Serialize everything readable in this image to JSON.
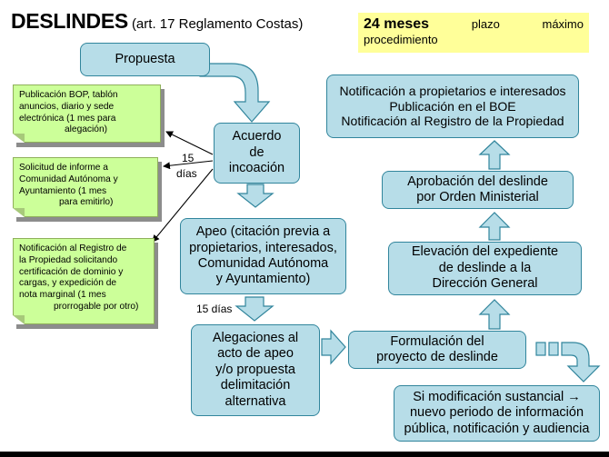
{
  "header": {
    "title": "DESLINDES",
    "subtitle": "(art. 17 Reglamento Costas)"
  },
  "note": {
    "line1_bold": "24 meses",
    "line1_a": "plazo",
    "line1_b": "máximo",
    "line2": "procedimiento"
  },
  "boxes": {
    "propuesta": [
      "Propuesta"
    ],
    "acuerdo": [
      "Acuerdo",
      "de",
      "incoación"
    ],
    "apeo": [
      "Apeo (citación previa a",
      "propietarios, interesados,",
      "Comunidad Autónoma",
      "y Ayuntamiento)"
    ],
    "alegaciones": [
      "Alegaciones al",
      "acto de apeo",
      "y/o propuesta",
      "delimitación",
      "alternativa"
    ],
    "formulacion": [
      "Formulación del",
      "proyecto de deslinde"
    ],
    "modificacion": [
      "Si modificación sustancial →",
      "nuevo periodo de información",
      "pública, notificación y audiencia"
    ],
    "elevacion": [
      "Elevación del expediente",
      "de deslinde a la",
      "Dirección General"
    ],
    "aprobacion": [
      "Aprobación del deslinde",
      "por Orden Ministerial"
    ],
    "notificacion": [
      "Notificación a propietarios e interesados",
      "Publicación en el BOE",
      "Notificación al Registro de la Propiedad"
    ]
  },
  "side_notes": {
    "publicacion": [
      "Publicación BOP, tablón",
      "anuncios, diario y sede",
      "electrónica (1 mes para",
      "alegación)"
    ],
    "solicitud": [
      "Solicitud de informe a",
      "Comunidad Autónoma y",
      "Ayuntamiento (1 mes",
      "para emitirlo)"
    ],
    "registro": [
      "Notificación al Registro de",
      "la Propiedad solicitando",
      "certificación de dominio y",
      "cargas, y expedición de",
      "nota marginal (1 mes",
      "prorrogable por otro)"
    ]
  },
  "labels": {
    "quince": "15",
    "dias": "días",
    "quince_dias": "15 días"
  },
  "colors": {
    "box_fill": "#b7dde8",
    "box_border": "#31859c",
    "side_fill": "#ccff99",
    "note_fill": "#ffff99"
  }
}
